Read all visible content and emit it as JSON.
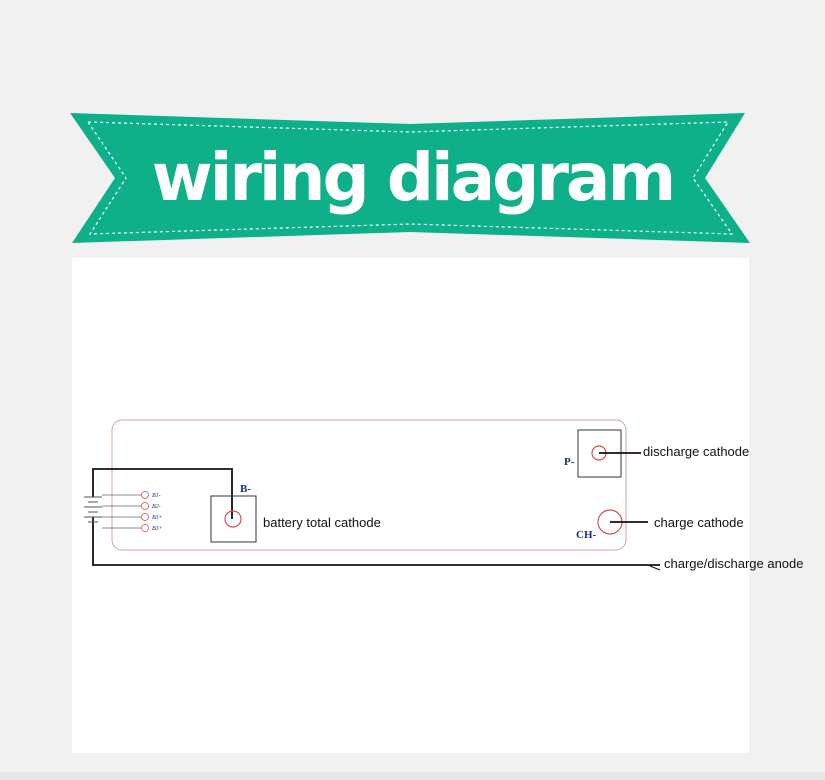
{
  "banner": {
    "title": "wiring diagram",
    "color": "#0eb08a",
    "dash_color": "#ffffff"
  },
  "board": {
    "outline_color": "#d9a0a0",
    "wire_color": "#111111",
    "terminal_color": "#d05050"
  },
  "terminals": {
    "b_minus": "B-",
    "p_minus": "P-",
    "ch_minus": "CH-",
    "cell_pins": [
      "B1-",
      "B2-",
      "B3+",
      "B3+"
    ]
  },
  "labels": {
    "battery_total_cathode": "battery total cathode",
    "discharge_cathode": "discharge cathode",
    "charge_cathode": "charge cathode",
    "charge_discharge_anode": "charge/discharge anode"
  }
}
